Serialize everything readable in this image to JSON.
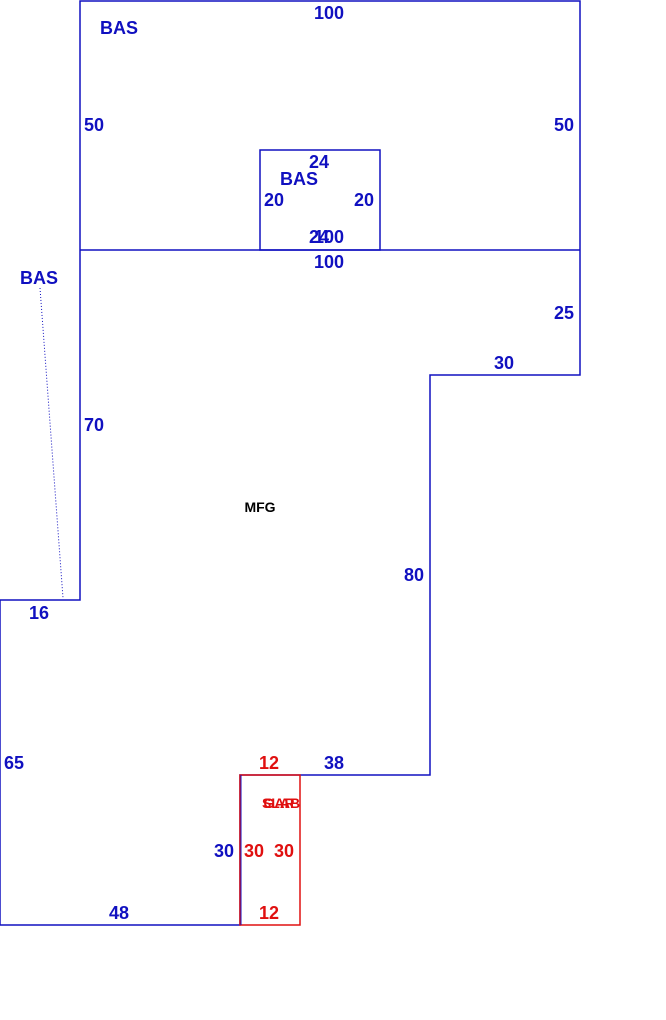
{
  "colors": {
    "bas": "#1010c0",
    "shed": "#e01010",
    "label": "#000000"
  },
  "areas": {
    "bas_top": "BAS",
    "bas_inner": "BAS",
    "bas_left": "BAS",
    "mfg": "MFG",
    "shed_overlap": "GAR",
    "shed_overlap_2": "SLAB"
  },
  "dimensions": {
    "top_100": "100",
    "left_50": "50",
    "right_50": "50",
    "inner_top_24": "24",
    "inner_left_20": "20",
    "inner_right_20": "20",
    "inner_bottom_24": "24",
    "mid_100a": "100",
    "mid_100b": "100",
    "right_25": "25",
    "step_30": "30",
    "left_70": "70",
    "right_80": "80",
    "step_16": "16",
    "left_65": "65",
    "step_38": "38",
    "bottom_48": "48",
    "shed_left_30": "30",
    "red_top_12": "12",
    "red_left_30": "30",
    "red_right_30": "30",
    "red_bottom_12": "12"
  }
}
